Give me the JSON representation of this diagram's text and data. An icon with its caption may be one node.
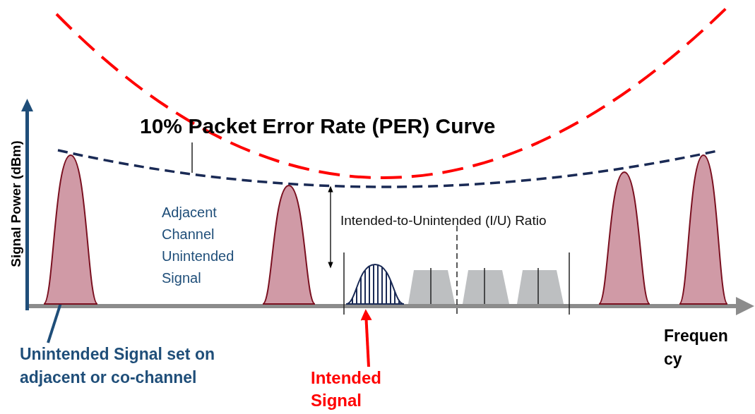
{
  "diagram": {
    "nodes": [
      {
        "text": [
          "10% Packet Error Rate (PER) Curve"
        ]
      },
      {
        "text": [],
        "shape": "curve"
      },
      {
        "text": [
          "Unintended Signal set on adjacent or co-channel"
        ]
      },
      {
        "text": [],
        "shape": "peak"
      },
      {
        "text": [],
        "shape": "peak"
      },
      {
        "text": [],
        "shape": "hatched"
      },
      {
        "text": [],
        "shape": "peak"
      },
      {
        "text": [],
        "shape": "peak"
      },
      {
        "text": [
          "Intended Signal"
        ]
      }
    ],
    "edges": [
      {
        "from": 0,
        "to": 1,
        "arrow": "none"
      },
      {
        "from": 2,
        "to": 3,
        "arrow": "to",
        "color": "#1f4e79"
      },
      {
        "from": 8,
        "to": 5,
        "arrow": "to",
        "color": "#ff0000"
      }
    ],
    "labels": [
      "Signal Power (dBm)",
      "Adjacent Channel Unintended Signal",
      "Intended-to-Unintended (I/U) Ratio",
      "Frequen cy"
    ]
  }
}
